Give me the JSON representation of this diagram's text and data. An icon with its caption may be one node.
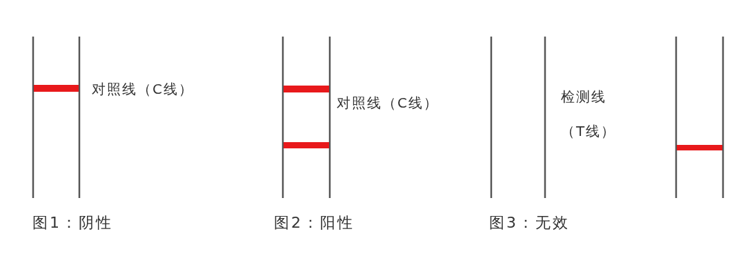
{
  "diagram": {
    "labels": [
      "对照线（C线）",
      "对照线（C线）",
      "检测线（T线）",
      "图1：阴性",
      "图2：阳性",
      "图3：无效"
    ]
  }
}
